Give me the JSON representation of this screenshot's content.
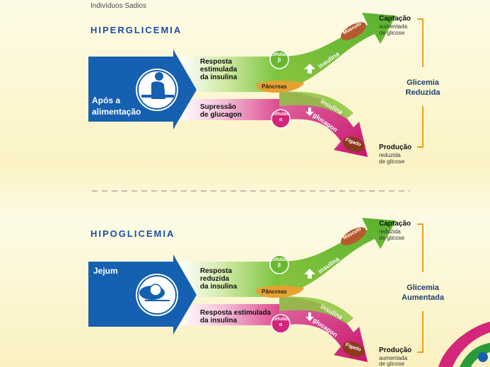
{
  "header": {
    "title": "Indivíduos Sadios"
  },
  "panels": {
    "hyper": {
      "title": "HIPERGLICEMIA",
      "box_label_1": "Após a",
      "box_label_2": "alimentação",
      "upper_1": "Resposta",
      "upper_2": "estimulada",
      "upper_3": "da insulina",
      "lower_1": "Supressão",
      "lower_2": "de glucagon",
      "beta_1": "células",
      "beta_2": "β",
      "alpha_1": "células",
      "alpha_2": "α",
      "pancreas": "Pâncreas",
      "musculo": "Músculo",
      "figado": "Fígado",
      "up_arrow_label": "insulina",
      "lower_arrow_label_1": "insulina",
      "lower_arrow_label_2": "glucagon",
      "out_top_title": "Captação",
      "out_top_sub_1": "aumentada",
      "out_top_sub_2": "de glicose",
      "out_bottom_title": "Produção",
      "out_bottom_sub_1": "reduzida",
      "out_bottom_sub_2": "de glicose",
      "result_1": "Glicemia",
      "result_2": "Reduzida"
    },
    "hypo": {
      "title": "HIPOGLICEMIA",
      "box_label_1": "Jejum",
      "upper_1": "Resposta",
      "upper_2": "reduzida",
      "upper_3": "da insulina",
      "lower_1": "Resposta estimulada",
      "lower_2": "da insulina",
      "beta_1": "células",
      "beta_2": "β",
      "alpha_1": "células",
      "alpha_2": "α",
      "pancreas": "Pâncreas",
      "musculo": "Músculo",
      "figado": "Fígado",
      "up_arrow_label": "insulina",
      "lower_arrow_label_1": "insulina",
      "lower_arrow_label_2": "glucagon",
      "out_top_title": "Captação",
      "out_top_sub_1": "reduzida",
      "out_top_sub_2": "de glicose",
      "out_bottom_title": "Produção",
      "out_bottom_sub_1": "aumentada",
      "out_bottom_sub_2": "de glicose",
      "result_1": "Glicemia",
      "result_2": "Aumentada"
    }
  },
  "colors": {
    "blue_box": "#1560b0",
    "green": "#7cc23a",
    "magenta": "#d4267a",
    "bracket": "#e8a317"
  }
}
